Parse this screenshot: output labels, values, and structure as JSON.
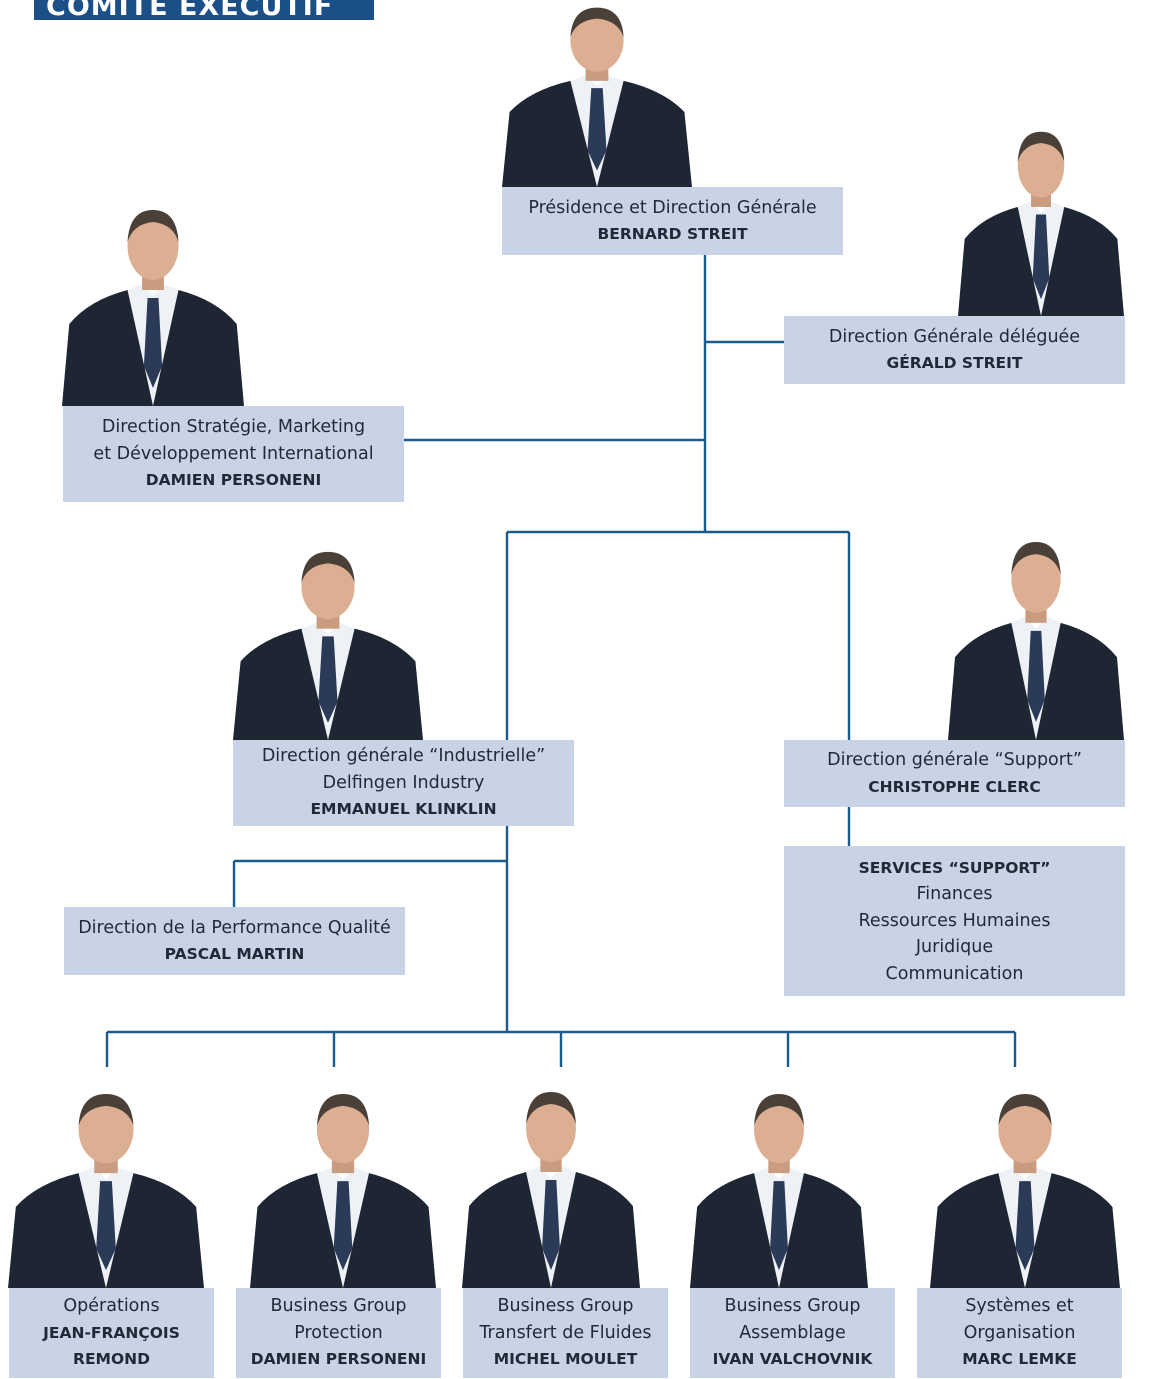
{
  "page": {
    "title": "COMITÉ EXÉCUTIF"
  },
  "colors": {
    "header": "#1a4f87",
    "box": "#c8d3e5",
    "connector": "#1a5b8e",
    "suit": "#1e2533",
    "skin": "#dcae92",
    "hair": "#4a4038"
  },
  "nodes": {
    "ceo": {
      "role": "Présidence et Direction Générale",
      "name": "BERNARD STREIT"
    },
    "deputy": {
      "role": "Direction Générale déléguée",
      "name": "GÉRALD STREIT"
    },
    "strategy": {
      "role_line1": "Direction Stratégie, Marketing",
      "role_line2": "et Développement International",
      "name": "DAMIEN PERSONENI"
    },
    "industrial": {
      "role_line1": "Direction générale “Industrielle”",
      "role_line2": "Delfingen Industry",
      "name": "EMMANUEL KLINKLIN"
    },
    "support": {
      "role": "Direction générale “Support”",
      "name": "CHRISTOPHE CLERC"
    },
    "support_services": {
      "heading": "SERVICES “SUPPORT”",
      "items": [
        "Finances",
        "Ressources Humaines",
        "Juridique",
        "Communication"
      ]
    },
    "quality": {
      "role": "Direction de la Performance Qualité",
      "name": "PASCAL MARTIN"
    },
    "operations": {
      "role": "Opérations",
      "name_line1": "JEAN-FRANÇOIS",
      "name_line2": "REMOND"
    },
    "bg_protection": {
      "role_line1": "Business Group",
      "role_line2": "Protection",
      "name": "DAMIEN PERSONENI"
    },
    "bg_fluids": {
      "role_line1": "Business Group",
      "role_line2": "Transfert de Fluides",
      "name": "MICHEL MOULET"
    },
    "bg_assembly": {
      "role_line1": "Business Group",
      "role_line2": "Assemblage",
      "name": "IVAN VALCHOVNIK"
    },
    "systems": {
      "role_line1": "Systèmes et",
      "role_line2": "Organisation",
      "name": "MARC LEMKE"
    }
  }
}
